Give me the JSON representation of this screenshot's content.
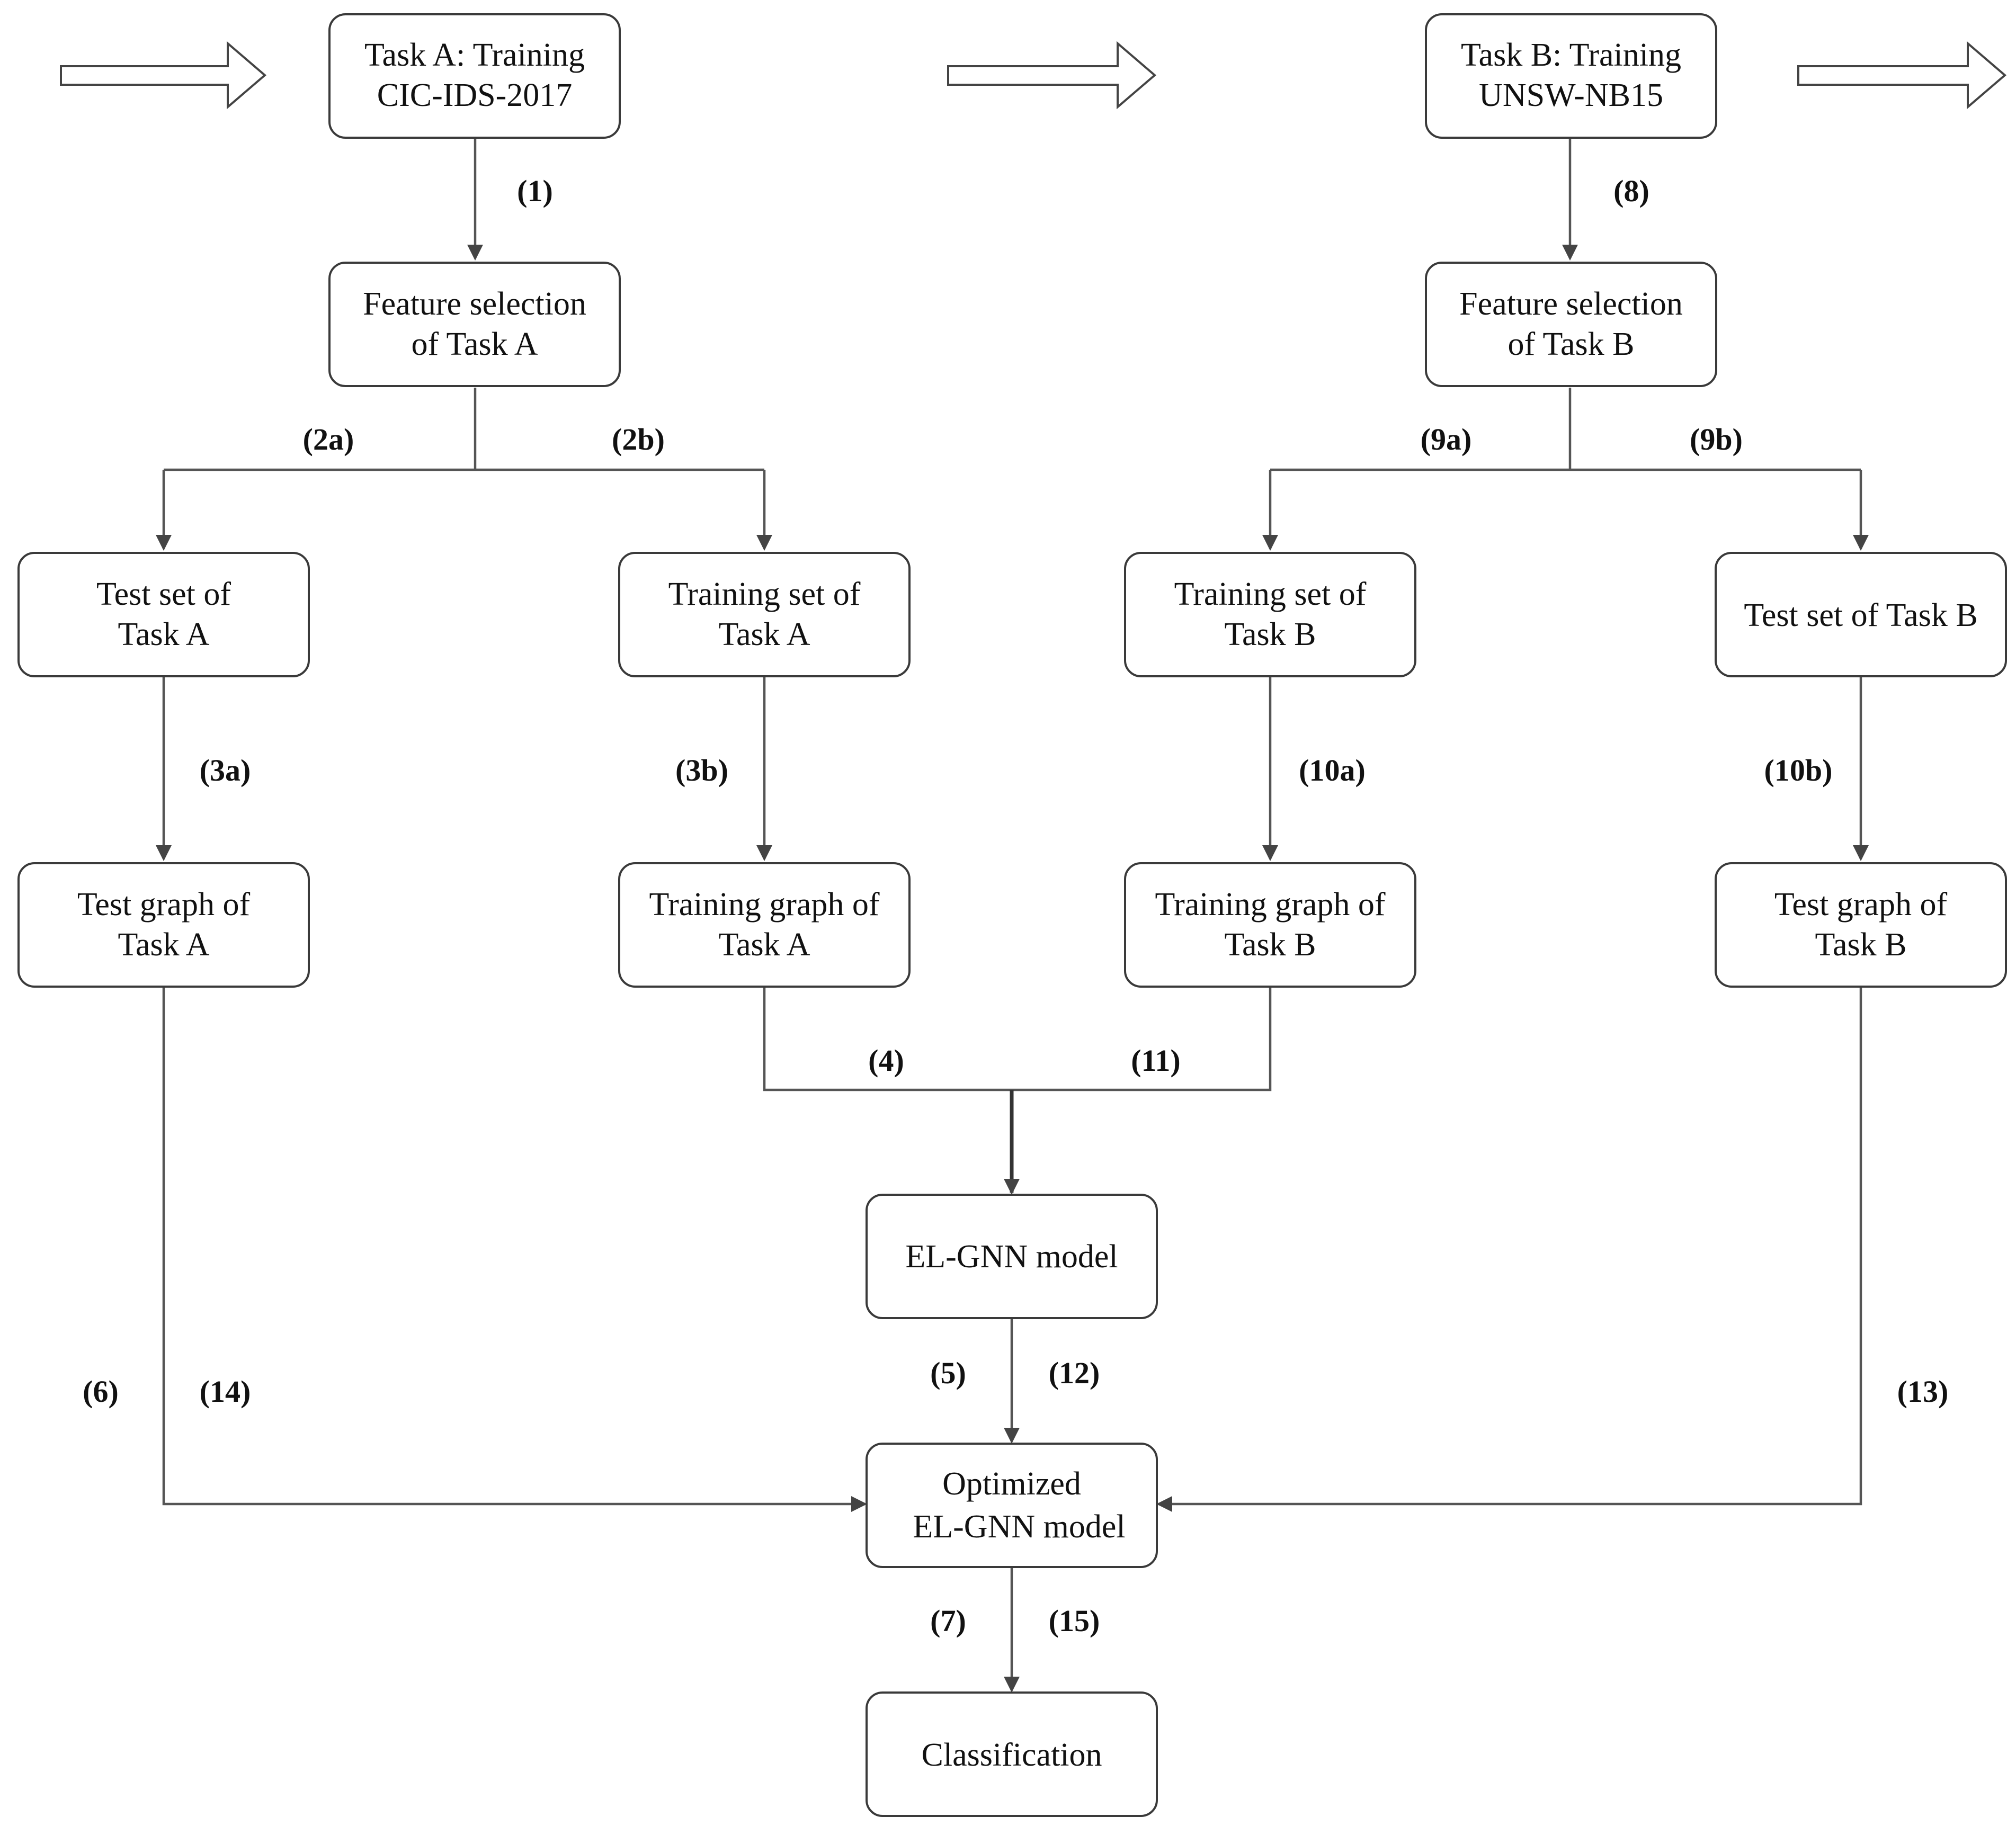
{
  "nodes": {
    "task_a": [
      "Task A: Training",
      "CIC-IDS-2017"
    ],
    "task_b": [
      "Task B: Training",
      "UNSW-NB15"
    ],
    "fs_a": [
      "Feature selection",
      "of Task A"
    ],
    "fs_b": [
      "Feature selection",
      "of Task B"
    ],
    "test_set_a": [
      "Test set of",
      "Task A"
    ],
    "train_set_a": [
      "Training set of",
      "Task A"
    ],
    "train_set_b": [
      "Training set of",
      "Task B"
    ],
    "test_set_b": [
      "Test set of Task B"
    ],
    "test_graph_a": [
      "Test graph of",
      "Task A"
    ],
    "train_graph_a": [
      "Training graph of",
      "Task A"
    ],
    "train_graph_b": [
      "Training graph of",
      "Task B"
    ],
    "test_graph_b": [
      "Test graph of",
      "Task B"
    ],
    "elgnn": [
      "EL-GNN model"
    ],
    "optimized": [
      "Optimized",
      "EL-GNN model"
    ],
    "classification": [
      "Classification"
    ]
  },
  "steps": {
    "s1": "(1)",
    "s2a": "(2a)",
    "s2b": "(2b)",
    "s3a": "(3a)",
    "s3b": "(3b)",
    "s4": "(4)",
    "s5": "(5)",
    "s6": "(6)",
    "s7": "(7)",
    "s8": "(8)",
    "s9a": "(9a)",
    "s9b": "(9b)",
    "s10a": "(10a)",
    "s10b": "(10b)",
    "s11": "(11)",
    "s12": "(12)",
    "s13": "(13)",
    "s14": "(14)",
    "s15": "(15)"
  }
}
